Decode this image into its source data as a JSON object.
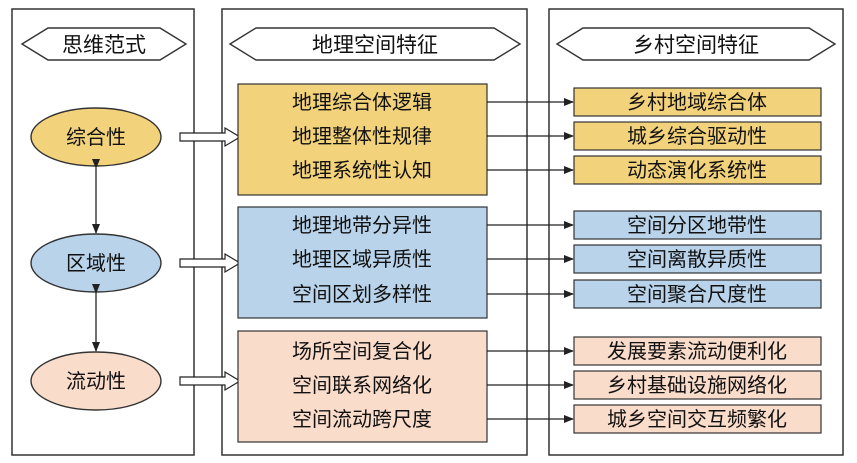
{
  "columns": {
    "left": {
      "header": "思维范式"
    },
    "middle": {
      "header": "地理空间特征"
    },
    "right": {
      "header": "乡村空间特征"
    }
  },
  "colors": {
    "yellow_fill": "#F2D27A",
    "blue_fill": "#B9D3EA",
    "peach_fill": "#FADCCB",
    "stroke": "#333333"
  },
  "modes": [
    {
      "label": "综合性",
      "color": "yellow",
      "geo": [
        "地理综合体逻辑",
        "地理整体性规律",
        "地理系统性认知"
      ],
      "rural": [
        "乡村地域综合体",
        "城乡综合驱动性",
        "动态演化系统性"
      ]
    },
    {
      "label": "区域性",
      "color": "blue",
      "geo": [
        "地理地带分异性",
        "地理区域异质性",
        "空间区划多样性"
      ],
      "rural": [
        "空间分区地带性",
        "空间离散异质性",
        "空间聚合尺度性"
      ]
    },
    {
      "label": "流动性",
      "color": "peach",
      "geo": [
        "场所空间复合化",
        "空间联系网络化",
        "空间流动跨尺度"
      ],
      "rural": [
        "发展要素流动便利化",
        "乡村基础设施网络化",
        "城乡空间交互频繁化"
      ]
    }
  ]
}
